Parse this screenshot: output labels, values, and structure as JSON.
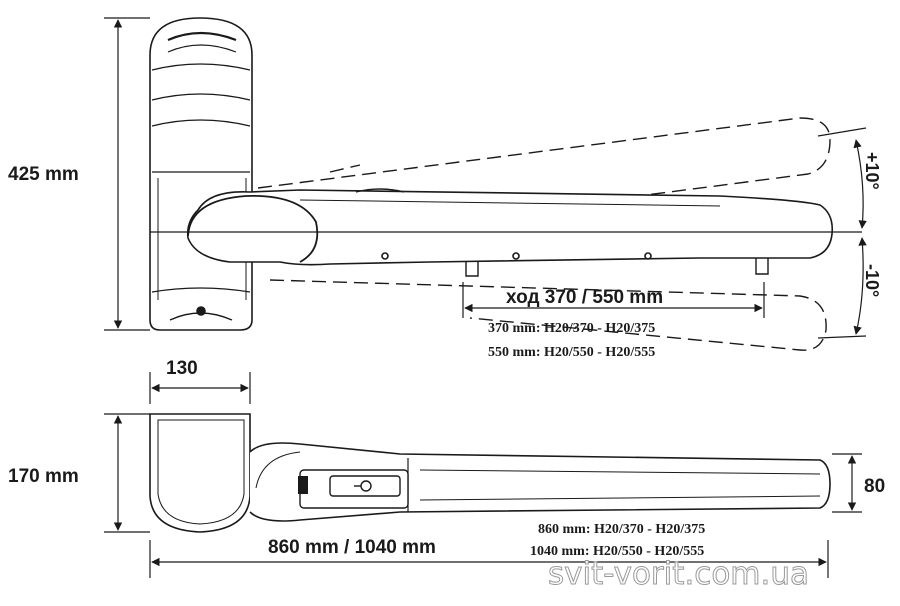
{
  "top_view": {
    "height_label": "425 mm",
    "stroke_label": "ход 370 / 550 mm",
    "stroke_line_1": "370 mm:  H20/370 - H20/375",
    "stroke_line_2": "550 mm:  H20/550 - H20/555",
    "angle_up": "+10°",
    "angle_down": "-10°"
  },
  "side_view": {
    "width_label": "130",
    "height_label": "170 mm",
    "arm_height_label": "80",
    "length_label": "860 mm / 1040 mm",
    "length_line_1": "860 mm: H20/370 - H20/375",
    "length_line_2": "1040 mm: H20/550 - H20/555"
  },
  "watermark": "svit-vorit.com.ua",
  "colors": {
    "ink": "#1a1a1a",
    "body_fill": "#ffffff",
    "watermark_stroke": "#9a9a9a"
  }
}
